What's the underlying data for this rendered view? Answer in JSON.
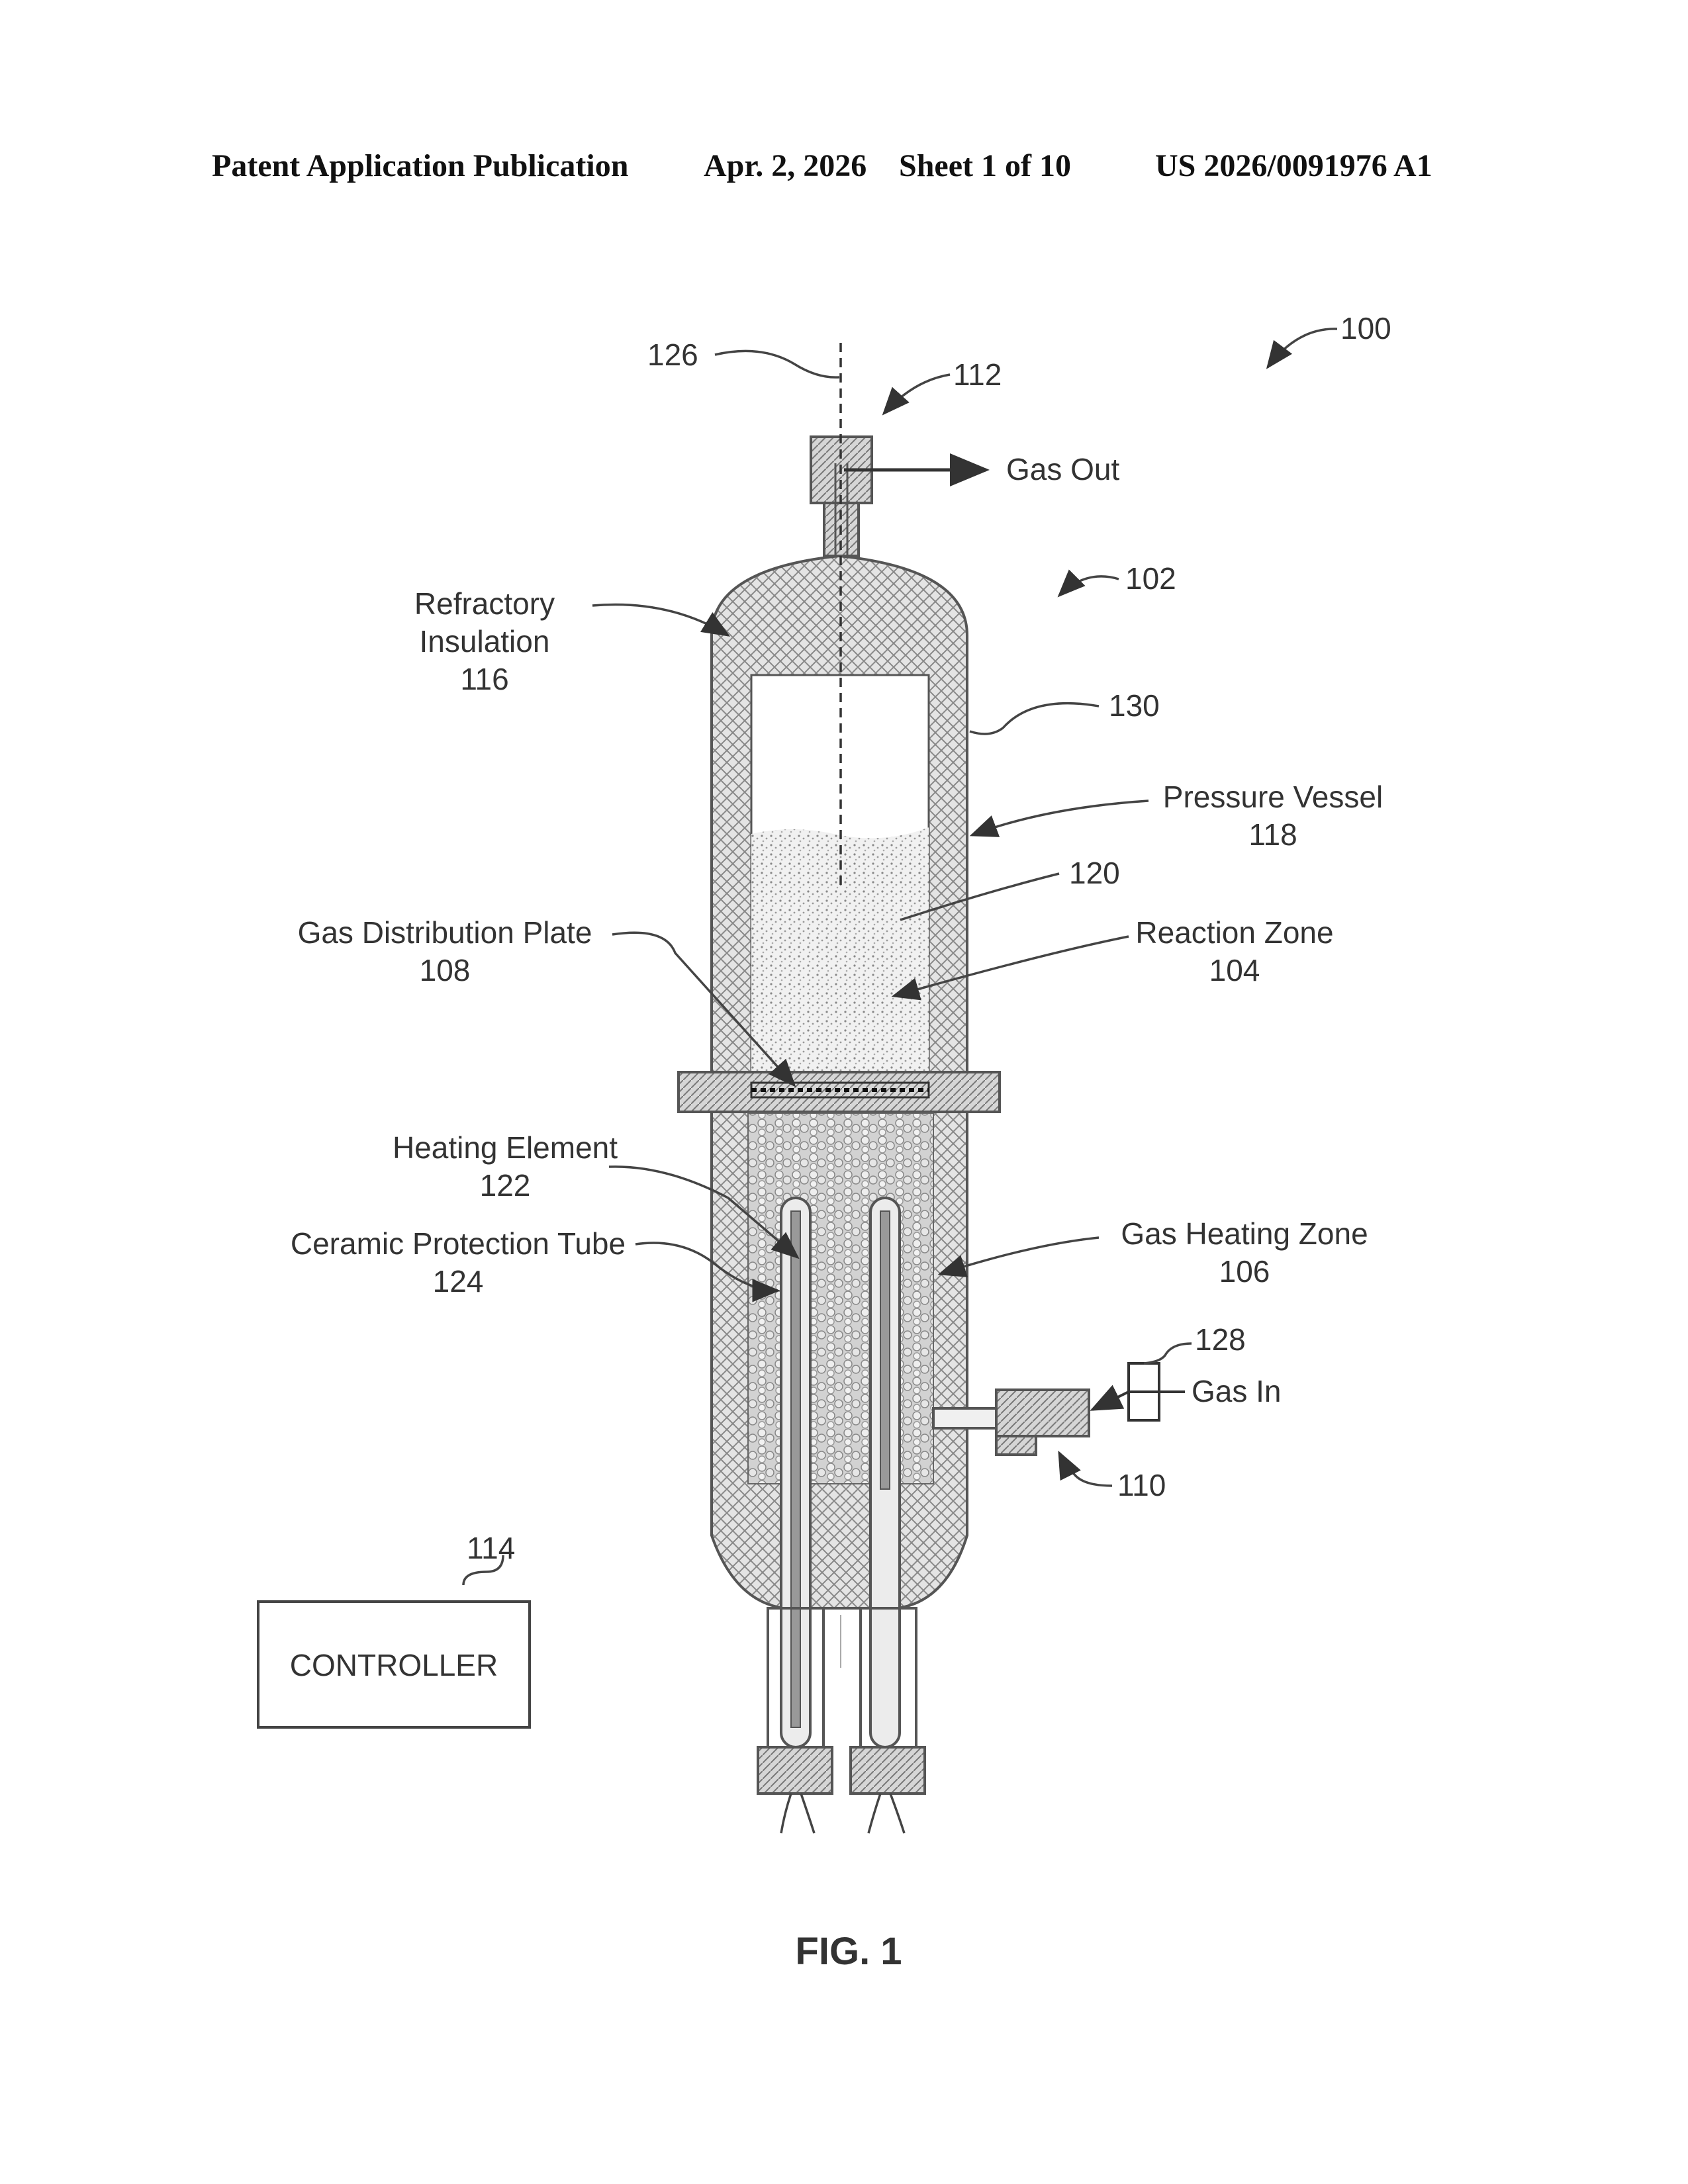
{
  "header": {
    "publication": "Patent Application Publication",
    "date": "Apr. 2, 2026",
    "sheet": "Sheet 1 of 10",
    "number": "US 2026/0091976 A1"
  },
  "refs": {
    "r100": "100",
    "r102": "102",
    "r110": "110",
    "r112": "112",
    "r120": "120",
    "r126": "126",
    "r128": "128",
    "r130": "130"
  },
  "labels": {
    "gas_out": "Gas Out",
    "gas_in": "Gas In",
    "refractory_1": "Refractory",
    "refractory_2": "Insulation",
    "refractory_num": "116",
    "pressure_vessel": "Pressure Vessel",
    "pressure_vessel_num": "118",
    "reaction_zone": "Reaction Zone",
    "reaction_zone_num": "104",
    "gas_dist_plate": "Gas Distribution Plate",
    "gas_dist_plate_num": "108",
    "heating_element": "Heating Element",
    "heating_element_num": "122",
    "ceramic_tube": "Ceramic Protection Tube",
    "ceramic_tube_num": "124",
    "gas_heating_zone": "Gas Heating Zone",
    "gas_heating_zone_num": "106"
  },
  "controller": {
    "label": "CONTROLLER",
    "ref": "114"
  },
  "figure": {
    "caption": "FIG. 1"
  }
}
